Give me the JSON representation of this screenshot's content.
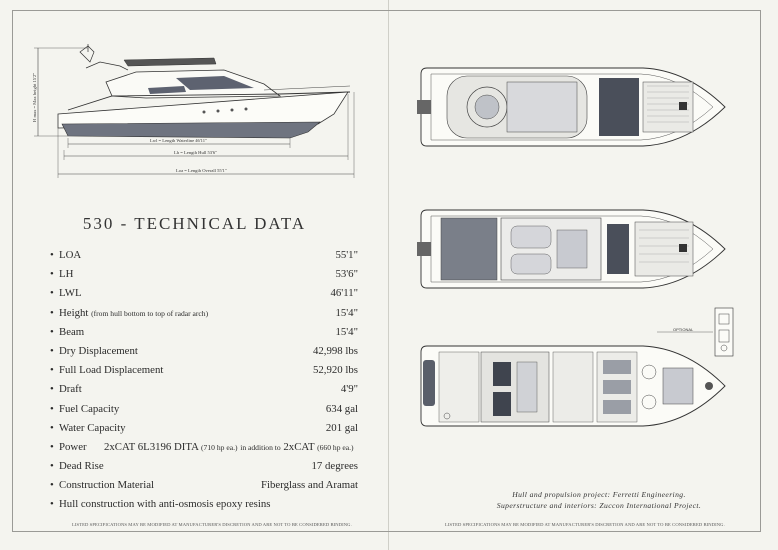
{
  "title": "530 - TECHNICAL DATA",
  "profile": {
    "height_label": "H max = Max height 15'2\"",
    "lwl_label": "Lwl = Length Waterline 46'11\"",
    "lh_label": "Lh = Length Hull 53'6\"",
    "loa_label": "Loa = Length Overall 55'1\""
  },
  "specs": [
    {
      "label": "LOA",
      "note": "",
      "value": "55'1\""
    },
    {
      "label": "LH",
      "note": "",
      "value": "53'6\""
    },
    {
      "label": "LWL",
      "note": "",
      "value": "46'11\""
    },
    {
      "label": "Height",
      "note": "(from hull bottom to top of radar arch)",
      "value": "15'4\""
    },
    {
      "label": "Beam",
      "note": "",
      "value": "15'4\""
    },
    {
      "label": "Dry Displacement",
      "note": "",
      "value": "42,998 lbs"
    },
    {
      "label": "Full Load Displacement",
      "note": "",
      "value": "52,920 lbs"
    },
    {
      "label": "Draft",
      "note": "",
      "value": "4'9\""
    },
    {
      "label": "Fuel Capacity",
      "note": "",
      "value": "634 gal"
    },
    {
      "label": "Water Capacity",
      "note": "",
      "value": "201 gal"
    }
  ],
  "power": {
    "label": "Power",
    "engine1": "2xCAT 6L3196 DITA",
    "engine1_note": "(710 hp ea.)",
    "joiner": "in addition to",
    "engine2": "2xCAT",
    "engine2_note": "(660 hp ea.)"
  },
  "specs2": [
    {
      "label": "Dead Rise",
      "value": "17 degrees"
    },
    {
      "label": "Construction Material",
      "value": "Fiberglass and Aramat"
    },
    {
      "label": "Hull construction with anti-osmosis epoxy resins",
      "value": ""
    }
  ],
  "bullet": "•",
  "footnote": "LISTED SPECIFICATIONS MAY BE MODIFIED AT MANUFACTURER'S DISCRETION AND ARE NOT TO BE CONSIDERED BINDING.",
  "credits": {
    "line1": "Hull and propulsion project: Ferretti Engineering.",
    "line2": "Superstructure and interiors: Zuccon International Project."
  },
  "optional_label": "OPTIONAL",
  "colors": {
    "paper": "#f4f4ef",
    "ink": "#2b2b2b",
    "hull_gray": "#6f7480",
    "deck_gray": "#8a8f98"
  }
}
